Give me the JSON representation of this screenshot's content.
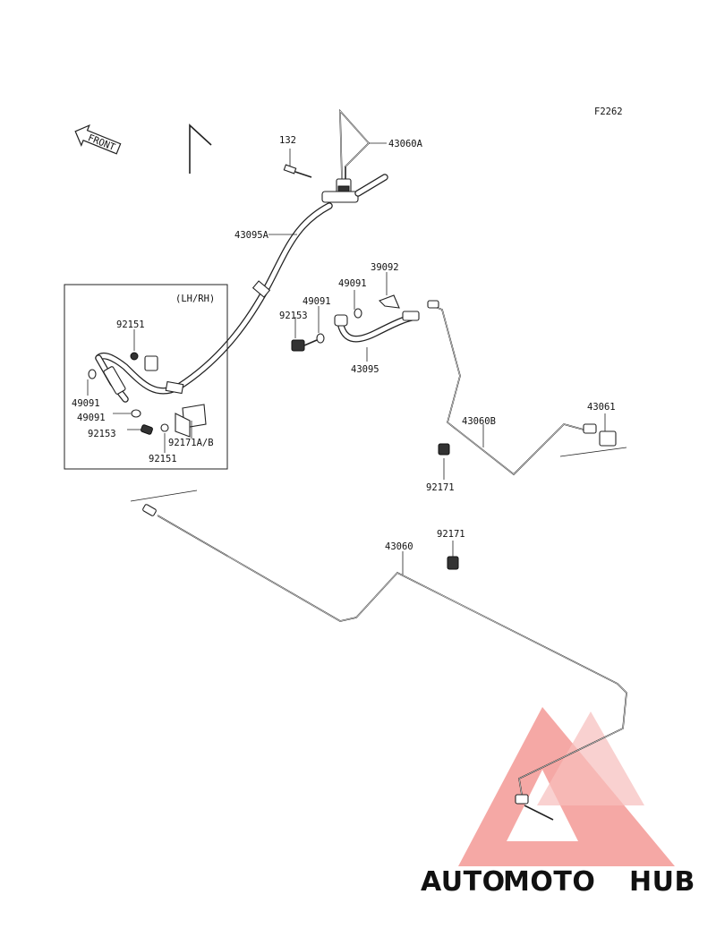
{
  "figure_code": "F2262",
  "front_label": "FRONT",
  "inset_label": "(LH/RH)",
  "callouts": {
    "p132": "132",
    "p43060A": "43060A",
    "p43095A": "43095A",
    "p39092": "39092",
    "p49091_top": "49091",
    "p49091_mid": "49091",
    "p92153_mid": "92153",
    "p43095": "43095",
    "p92151_a": "92151",
    "p49091_l1": "49091",
    "p49091_l2": "49091",
    "p92153_l": "92153",
    "p92171AB": "92171A/B",
    "p92151_b": "92151",
    "p43060B": "43060B",
    "p43061": "43061",
    "p92171_a": "92171",
    "p43060": "43060",
    "p92171_b": "92171"
  },
  "watermark": {
    "part1": "AUTO",
    "part2": "MOTO",
    "part3": "HUB",
    "colors": {
      "orange": "#f5b67a",
      "red": "#f28a85",
      "gray": "#8a8a8a"
    }
  }
}
